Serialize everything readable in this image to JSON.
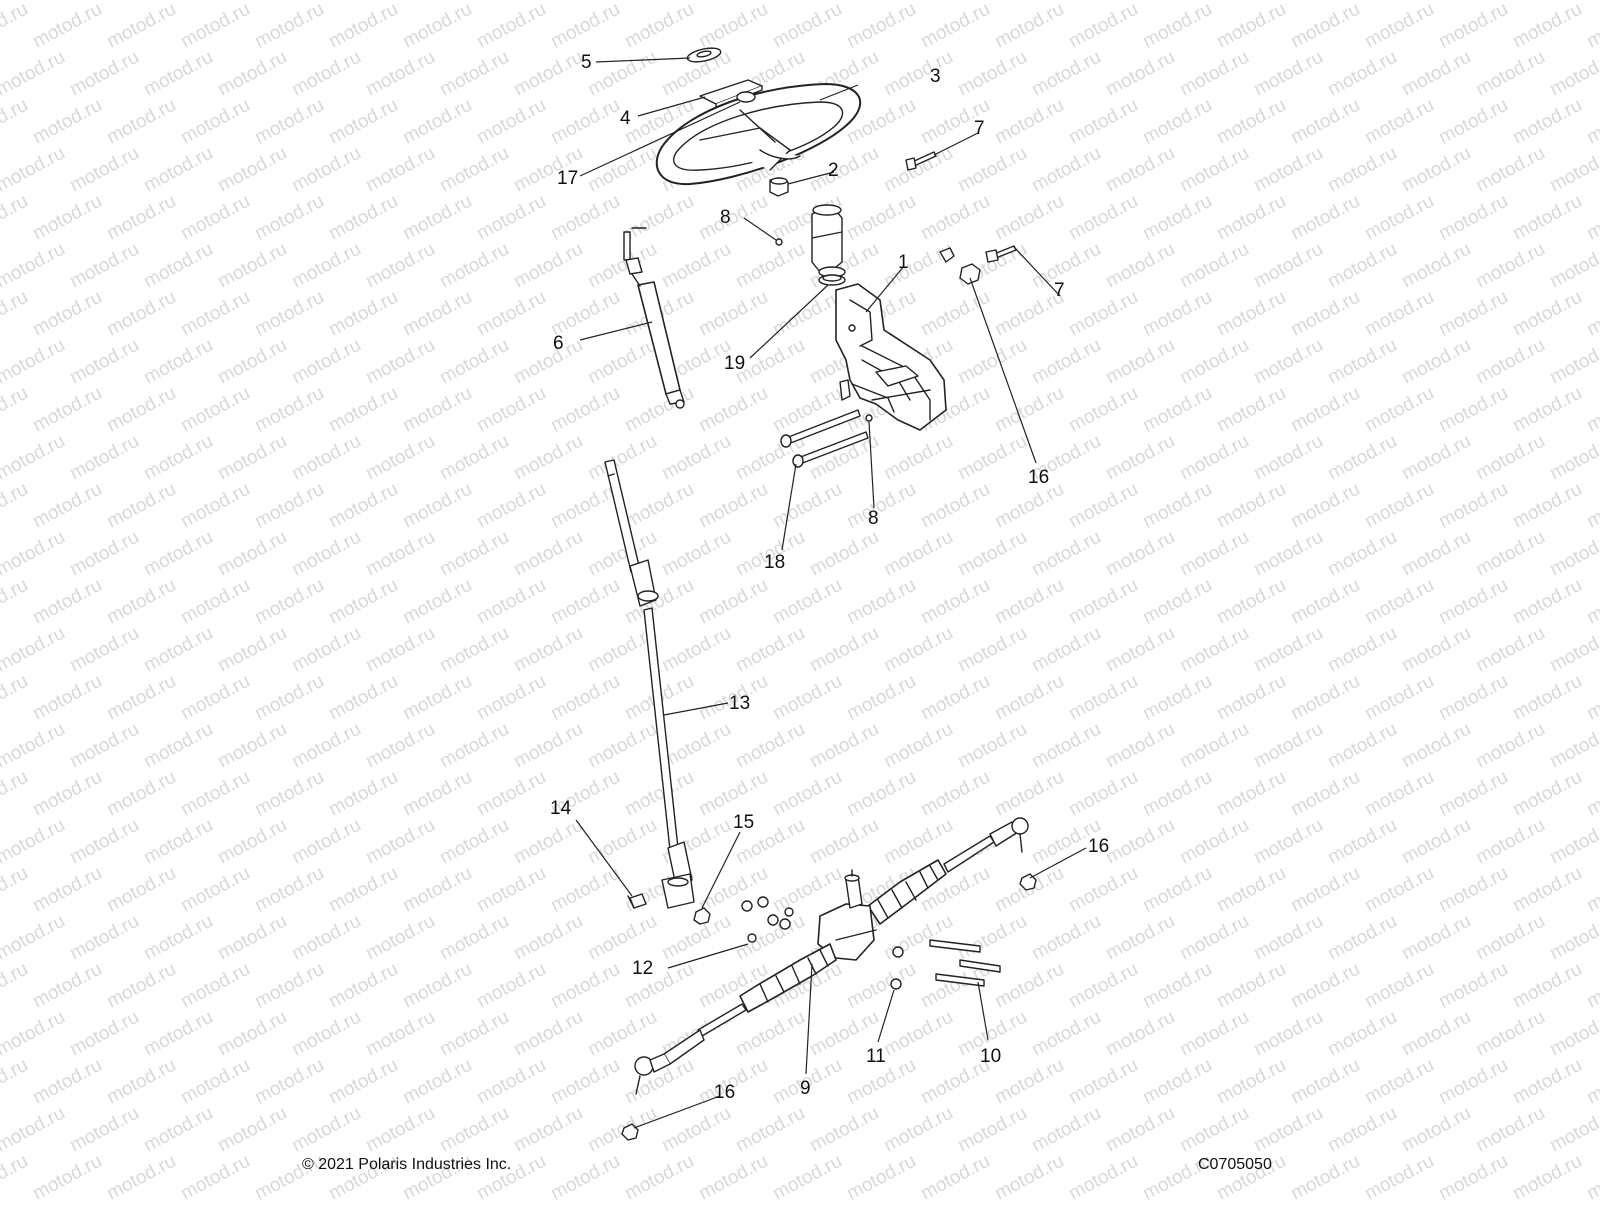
{
  "watermark": "motod.ru",
  "footer": {
    "copyright": "© 2021 Polaris Industries Inc.",
    "figure_code": "C0705050"
  },
  "callouts": {
    "c1": "1",
    "c2": "2",
    "c3": "3",
    "c4": "4",
    "c5": "5",
    "c6": "6",
    "c7a": "7",
    "c7b": "7",
    "c8a": "8",
    "c8b": "8",
    "c9": "9",
    "c10": "10",
    "c11": "11",
    "c12": "12",
    "c13": "13",
    "c14": "14",
    "c15": "15",
    "c16a": "16",
    "c16b": "16",
    "c16c": "16",
    "c17": "17",
    "c18": "18",
    "c19": "19"
  }
}
